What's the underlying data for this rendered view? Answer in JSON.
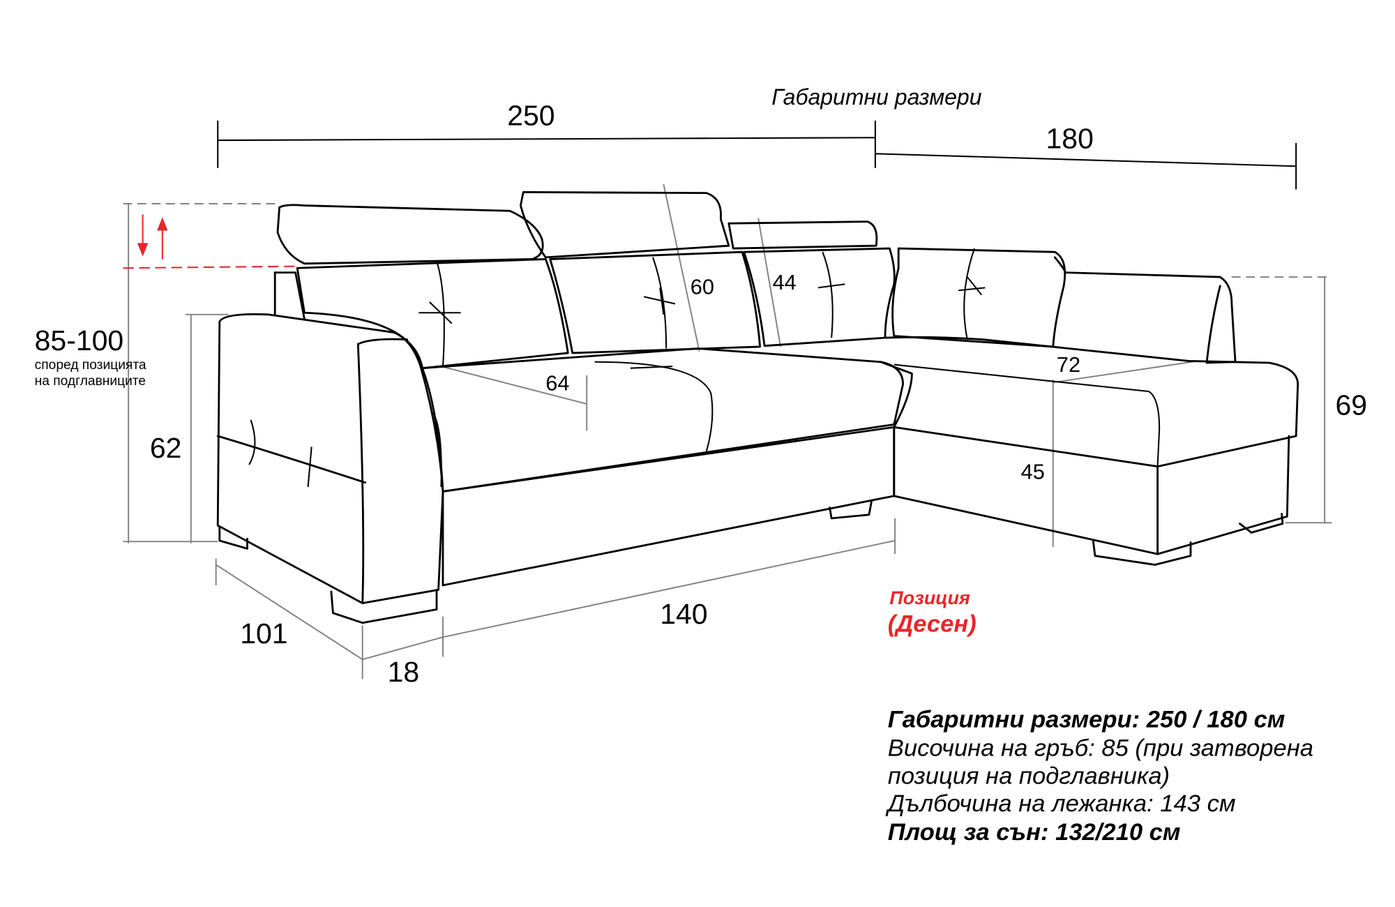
{
  "diagram": {
    "title": "Габаритни размери",
    "dimensions": {
      "width_main": "250",
      "width_side": "180",
      "headrest_height": "85-100",
      "headrest_note_1": "според позицията",
      "headrest_note_2": "на подглавниците",
      "armrest_height": "62",
      "depth_main": "101",
      "arm_width": "18",
      "seat_length": "140",
      "back_height": "60",
      "back_height_corner": "44",
      "seat_depth": "64",
      "chaise_depth": "72",
      "chaise_seat_height": "45",
      "chaise_height": "69"
    },
    "position_label": "Позиция",
    "position_value": "(Десен)",
    "accent_color": "#e8262a"
  },
  "specs": {
    "overall": "Габаритни размери: 250 / 180 см",
    "back_height_1": "Височина на гръб: 85 (при затворена",
    "back_height_2": "позиция на подглавника)",
    "lounge_depth": "Дълбочина на лежанка: 143 см",
    "sleep_area": "Площ за сън: 132/210 см"
  }
}
